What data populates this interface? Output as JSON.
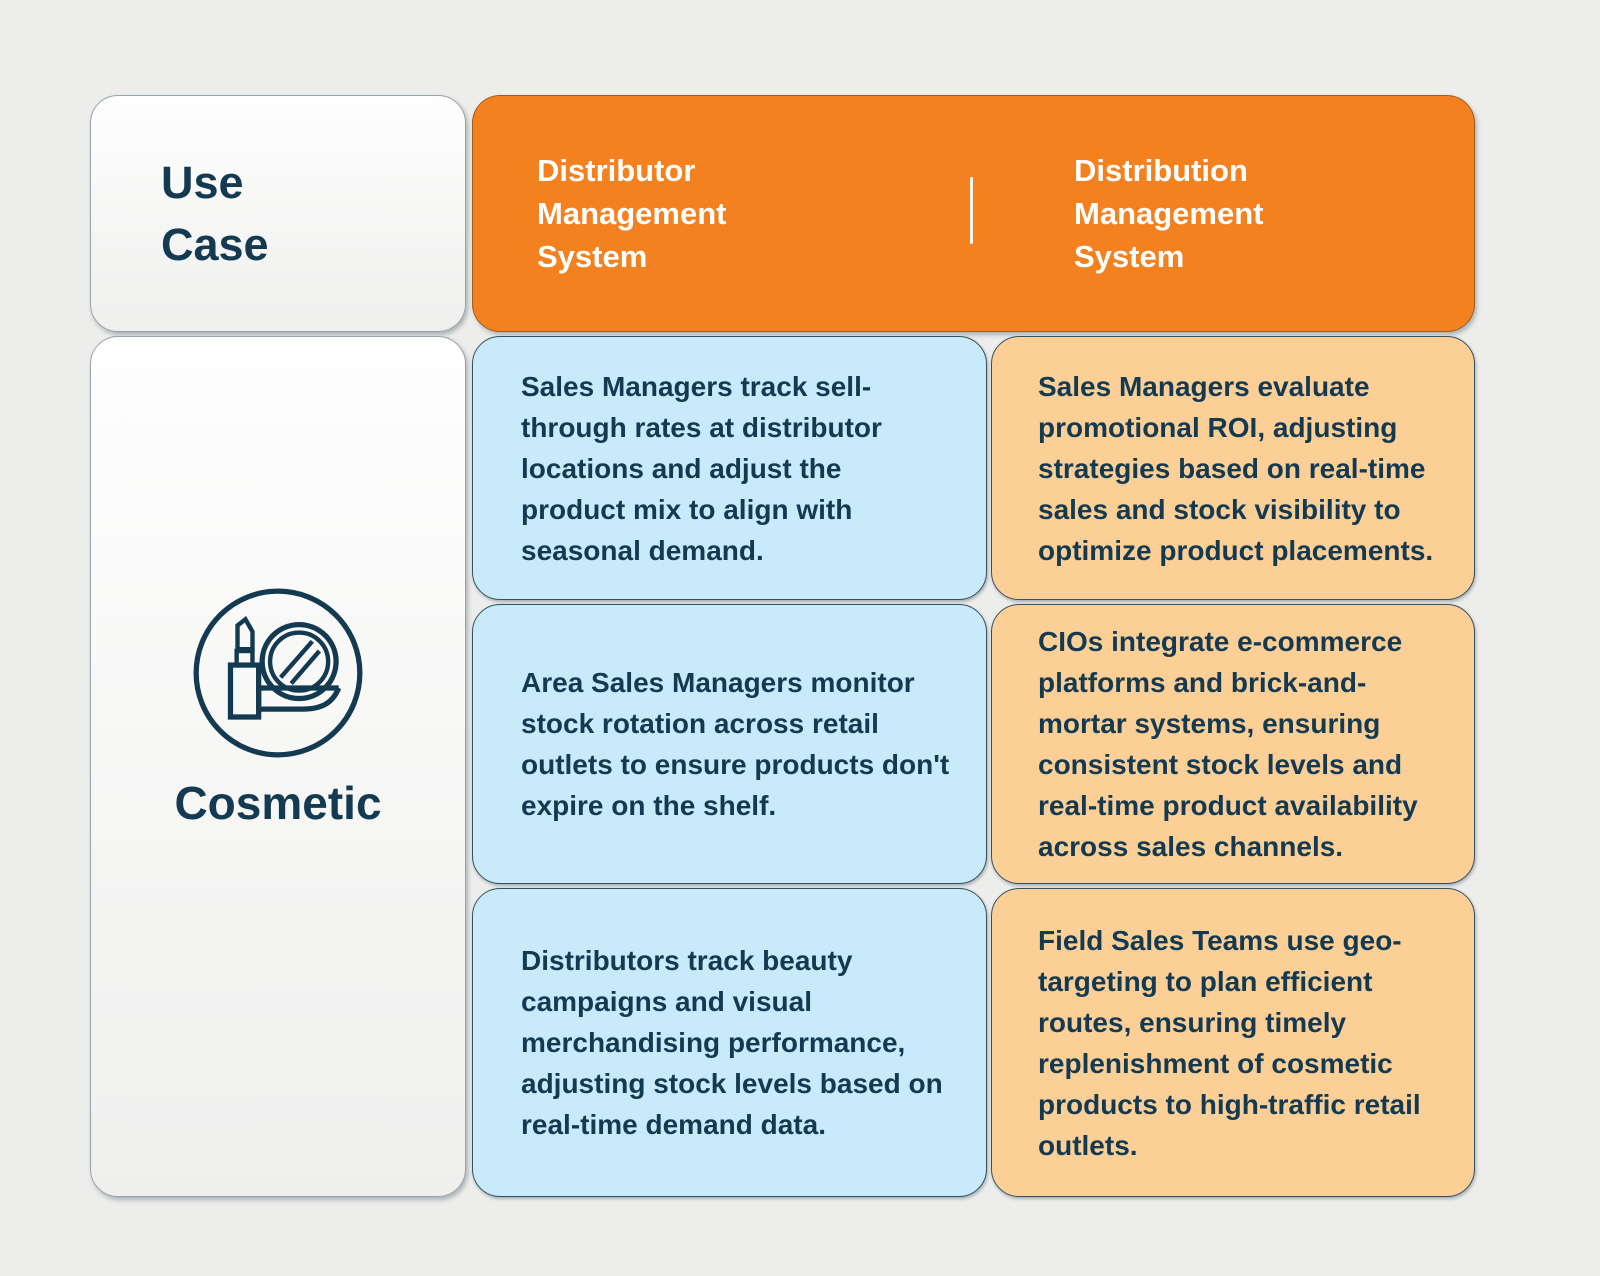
{
  "colors": {
    "background": "#EDEDEB",
    "header_orange": "#F48120",
    "card_blue": "#C9EAFB",
    "card_peach": "#FCCF96",
    "text_dark_navy": "#143A52",
    "text_white": "#FFFFFF"
  },
  "corner": {
    "title": "Use Case"
  },
  "header": {
    "columns": [
      {
        "title": "Distributor Management System"
      },
      {
        "title": "Distribution Management System"
      }
    ]
  },
  "category": {
    "label": "Cosmetic",
    "icon": "cosmetics-icon"
  },
  "cells": {
    "distributor_management_system": [
      "Sales Managers track sell-through rates at distributor locations and adjust the product mix to align with seasonal demand.",
      "Area Sales Managers monitor stock rotation across retail outlets to ensure products don't expire on the shelf.",
      "Distributors track beauty campaigns and visual merchandising performance, adjusting stock levels based on real-time demand data."
    ],
    "distribution_management_system": [
      "Sales Managers evaluate promotional ROI, adjusting strategies based on real-time sales and stock visibility to optimize product placements.",
      "CIOs integrate e-commerce platforms and brick-and-mortar systems, ensuring consistent stock levels and real-time product availability across sales channels.",
      "Field Sales Teams use geo-targeting to plan efficient routes, ensuring timely replenishment of cosmetic products to high-traffic retail outlets."
    ]
  }
}
